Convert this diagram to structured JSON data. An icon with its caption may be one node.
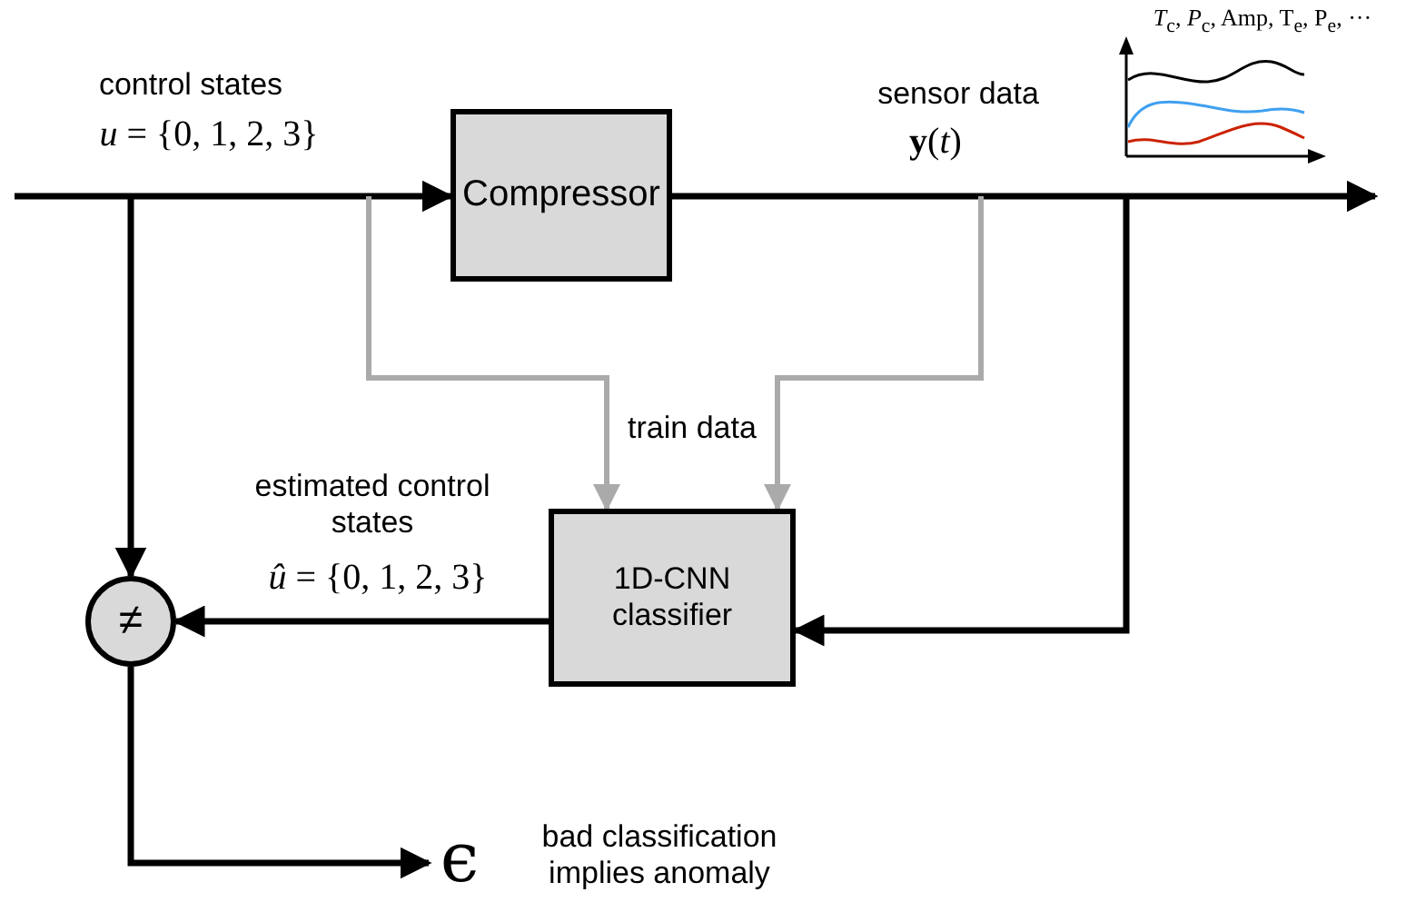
{
  "diagram": {
    "nodes": [
      {
        "text": [
          "Compressor"
        ]
      },
      {
        "text": [
          "1D-CNN classifier"
        ]
      },
      {
        "text": [
          "≠"
        ]
      },
      {
        "text": [
          "ϵ"
        ],
        "beside": [
          "bad classification implies anomaly"
        ]
      }
    ],
    "edges": [
      {
        "from": null,
        "to": 0,
        "arrow": "to"
      },
      {
        "from": null,
        "to": 2,
        "arrow": "to"
      },
      {
        "from": null,
        "to": 1,
        "arrow": "to",
        "color": "#aaaaaa"
      },
      {
        "from": 0,
        "to": null,
        "arrow": "to"
      },
      {
        "from": null,
        "to": 1,
        "arrow": "to",
        "color": "#aaaaaa"
      },
      {
        "from": null,
        "to": 1,
        "arrow": "to"
      },
      {
        "from": 1,
        "to": 2,
        "arrow": "to"
      },
      {
        "from": 2,
        "to": 3,
        "arrow": "to"
      }
    ],
    "labels": [
      "control states",
      "*u*  =  {0, 1, 2, 3}",
      "sensor data",
      "**y**(*t*)",
      "train data",
      "estimated control states",
      "*û* = {0, 1, 2, 3}",
      "*T*$_{c}$, *P*$_{c}$, Amp, T$_{e}$, P$_{e}$, ···"
    ]
  }
}
